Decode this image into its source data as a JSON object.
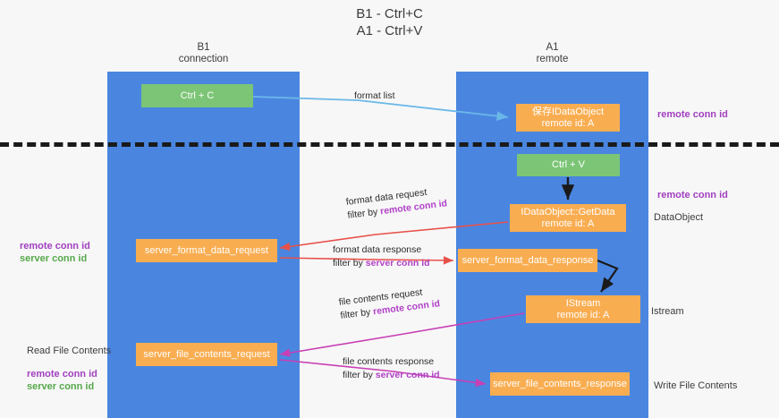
{
  "title": {
    "line1": "B1 - Ctrl+C",
    "line2": "A1 - Ctrl+V"
  },
  "lanes": [
    {
      "id": "b1",
      "name": "B1",
      "subtitle": "connection",
      "color": "#4a86e0"
    },
    {
      "id": "a1",
      "name": "A1",
      "subtitle": "remote",
      "color": "#4a86e0"
    }
  ],
  "nodes": {
    "ctrl_c": {
      "line1": "Ctrl + C",
      "line2": "",
      "color": "#7cc576"
    },
    "save_idataobject": {
      "line1": "保存IDataObject",
      "line2": "remote id: A",
      "color": "#f9ad51"
    },
    "ctrl_v": {
      "line1": "Ctrl + V",
      "line2": "",
      "color": "#7cc576"
    },
    "getdata": {
      "line1": "IDataObject::GetData",
      "line2": "remote id: A",
      "color": "#f9ad51"
    },
    "server_format_data_request": {
      "line1": "server_format_data_request",
      "line2": "",
      "color": "#f9ad51"
    },
    "server_format_data_response": {
      "line1": "server_format_data_response",
      "line2": "",
      "color": "#f9ad51"
    },
    "istream": {
      "line1": "IStream",
      "line2": "remote id: A",
      "color": "#f9ad51"
    },
    "server_file_contents_request": {
      "line1": "server_file_contents_request",
      "line2": "",
      "color": "#f9ad51"
    },
    "server_file_contents_response": {
      "line1": "server_file_contents_response",
      "line2": "",
      "color": "#f9ad51"
    }
  },
  "edge_labels": {
    "format_list": {
      "line1": "format list",
      "line2": "",
      "line2_accent": ""
    },
    "format_data_request": {
      "line1": "format data request",
      "line2": "filter by ",
      "line2_accent": "remote conn id"
    },
    "format_data_response": {
      "line1": "format data response",
      "line2": "filter by ",
      "line2_accent": "server conn id"
    },
    "file_contents_request": {
      "line1": "file contents request",
      "line2": "filter by ",
      "line2_accent": "remote conn id"
    },
    "file_contents_response": {
      "line1": "file contents response",
      "line2": "filter by ",
      "line2_accent": "server conn id"
    }
  },
  "side_labels": {
    "remote_conn_id_top": {
      "text": "remote conn id",
      "color": "#a23fc0"
    },
    "remote_conn_id_middle": {
      "text": "remote conn id",
      "color": "#a23fc0"
    },
    "dataobject": {
      "text": "DataObject",
      "color": "#3c3c3c"
    },
    "istream": {
      "text": "Istream",
      "color": "#3c3c3c"
    },
    "write_file_contents": {
      "text": "Write File Contents",
      "color": "#3c3c3c"
    },
    "left_middle": {
      "line1": "remote conn id",
      "line2": "server conn id"
    },
    "left_bottom": {
      "line0": "Read File Contents",
      "line1": "remote conn id",
      "line2": "server conn id"
    }
  },
  "colors": {
    "lane": "#4a86e0",
    "node_green": "#7cc576",
    "node_orange": "#f9ad51",
    "accent_purple": "#a23fc0",
    "accent_green": "#56a84b",
    "arrow_blue": "#6bb8e8",
    "arrow_red": "#e8504a",
    "arrow_magenta": "#c83fb4",
    "arrow_black": "#1a1a1a",
    "divider": "#1a1a1a",
    "background": "#f7f7f7"
  }
}
